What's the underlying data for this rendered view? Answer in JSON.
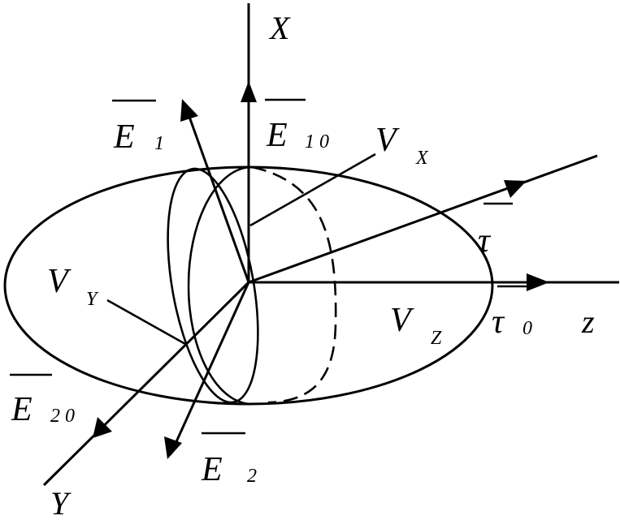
{
  "axes": {
    "x": "X",
    "y": "Y",
    "z": "z"
  },
  "vectors": {
    "e1": {
      "base": "E",
      "sub": "1"
    },
    "e10": {
      "base": "E",
      "sub": "1 0"
    },
    "e2": {
      "base": "E",
      "sub": "2"
    },
    "e20": {
      "base": "E",
      "sub": "2 0"
    },
    "tau": {
      "base": "τ"
    },
    "tau0": {
      "base": "τ",
      "sub": "0"
    }
  },
  "velocities": {
    "vx": {
      "base": "V",
      "sub": "X"
    },
    "vy": {
      "base": "V",
      "sub": "Y"
    },
    "vz": {
      "base": "V",
      "sub": "Z"
    }
  }
}
